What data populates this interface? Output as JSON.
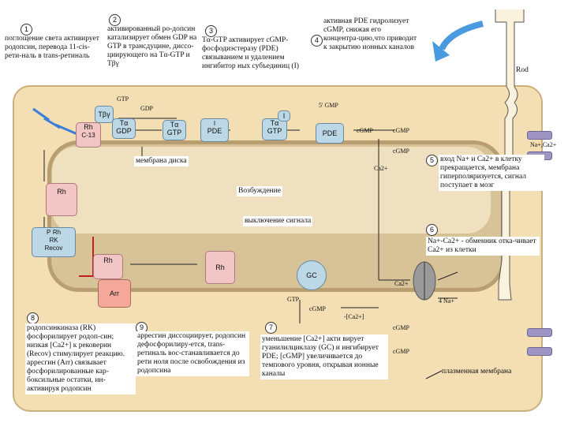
{
  "steps": {
    "s1": {
      "num": "1",
      "text": "поглощение света активирует родопсин, перевода 11-cis-рети-наль в trans-ретиналь"
    },
    "s2": {
      "num": "2",
      "text": "активированный ро-допсин катализирует обмен GDP на GTP в трансдуцине, диссо-циирующего на Tα-GTP и Tβγ"
    },
    "s3": {
      "num": "3",
      "text": "Tα-GTP активирует cGMP-фосфодиэстеразу (PDE) связыванием и удалением ингибитор ных субъединиц (I)"
    },
    "s4": {
      "num": "4",
      "text": "активная PDE гидролизует cGMP, снижая его концентра-цию,что приводит к закрытию ионных каналов"
    },
    "s5": {
      "num": "5",
      "text": "вход Na+ и Ca2+ в клетку прекращается, мембрана гиперполяризуется, сигнал поступает в мозг"
    },
    "s6": {
      "num": "6",
      "text": "Na+-Ca2+ - обменник отка-чивает Ca2+ из клетки"
    },
    "s7": {
      "num": "7",
      "text": "уменьшение [Ca2+] акти вирует гуанилилциклазу (GC) и ингибирует PDE; [cGMP] увеличивается до темпового уровня, открывая ионные каналы"
    },
    "s8": {
      "num": "8",
      "text": "родопсинкиназа (RK) фосфорилирует родоп-син; низкая [Ca2+] к рековерин (Recov) стимулирует реакцию. арресгин (Arr) связывает фосфорилированные кар-боксильные остатки, ин-активируя родопсин"
    },
    "s9": {
      "num": "9",
      "text": "арресгин диссоциирует, родопсин дефосфорилиру-ется, trans-ретиналь вос-станавливается до рети ноля после освобождения из родопсина"
    }
  },
  "labels": {
    "disk_membrane": "мембрана диска",
    "excitation": "Возбуждение",
    "shutoff": "выключение сигнала",
    "plasma_membrane": "плазменная мембрана",
    "rod": "Rod",
    "gtp_top": "GTP",
    "gdp_top": "GDP",
    "gmp5": "5' GMP",
    "cgmp_pde": "cGMP",
    "cgmp_ch1": "cGMP",
    "cgmp_ch2": "cGMP",
    "cgmp_ch3": "cGMP",
    "cgmp_ch4": "cGMP",
    "cgmp_gc": "cGMP",
    "gtp_gc": "GTP",
    "ca_ion": "Ca2+",
    "ca_in": "Ca2+",
    "na_ca": "Na+,Ca2+",
    "ca_ex": "Ca2+",
    "na4": "4 Na+",
    "ca_conc": "-[Ca2+]"
  },
  "proteins": {
    "rh1": "Rh",
    "rh1_sub": "C-13",
    "rh2": "Rh",
    "rh3": "Rh",
    "rh4": "Rh",
    "rh_shut": "Rh",
    "rk": "RK",
    "recov": "Recov",
    "p": "P",
    "arr": "Arr",
    "tbg": "Tβγ",
    "ta_gdp": "Tα GDP",
    "ta_gtp1": "Tα GTP",
    "ta_gtp2": "Tα GTP",
    "pde1": "PDE",
    "i1": "I",
    "pde2": "PDE",
    "i2": "I",
    "gc": "GC"
  },
  "colors": {
    "cell": "#f3dfb3",
    "disk": "#d8c298",
    "channel": "#9f95c2",
    "protein": "#bcd8e6",
    "rhodopsin": "#f3c6c6",
    "arrow_light": "#3a7fd8"
  }
}
